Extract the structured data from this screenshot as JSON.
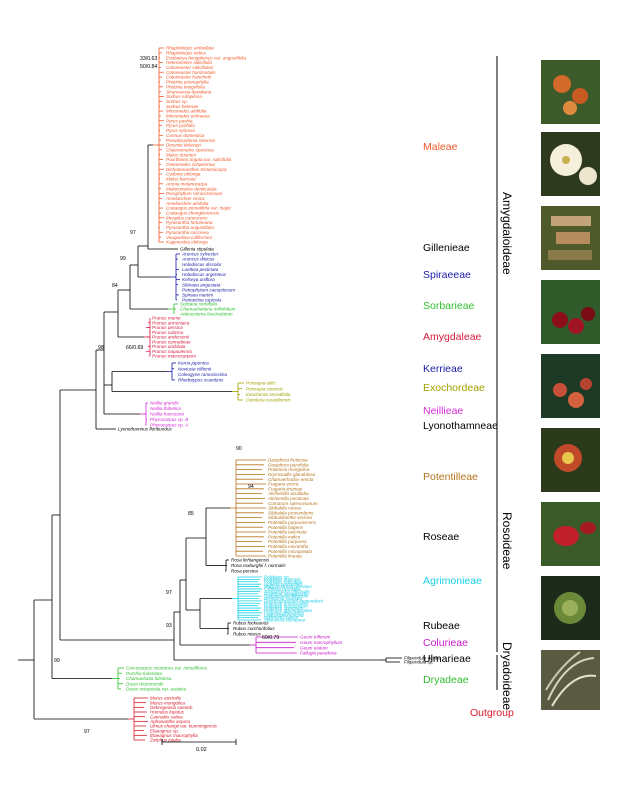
{
  "colors": {
    "maleae": "#f05a28",
    "spiraeeae": "#1a1aa8",
    "sorbarieae": "#2fbf2f",
    "amygdaleae": "#d81b3c",
    "kerrieae": "#1a1aa8",
    "exochordeae": "#a0a000",
    "neillieae": "#d62ad6",
    "black": "#000000",
    "potentilleae": "#b5741c",
    "agrimonieae": "#1ad0e6",
    "colurieae": "#c81ac8",
    "dryadeae": "#2fbf2f",
    "outgroup": "#d81b2a"
  },
  "tribes": [
    {
      "name": "Maleae",
      "colorKey": "maleae"
    },
    {
      "name": "Gillenieae",
      "colorKey": "black"
    },
    {
      "name": "Spiraeeae",
      "colorKey": "spiraeeae"
    },
    {
      "name": "Sorbarieae",
      "colorKey": "sorbarieae"
    },
    {
      "name": "Amygdaleae",
      "colorKey": "amygdaleae"
    },
    {
      "name": "Kerrieae",
      "colorKey": "kerrieae"
    },
    {
      "name": "Exochordeae",
      "colorKey": "exochordeae"
    },
    {
      "name": "Neillieae",
      "colorKey": "neillieae"
    },
    {
      "name": "Lyonothamneae",
      "colorKey": "black"
    },
    {
      "name": "Potentilleae",
      "colorKey": "potentilleae"
    },
    {
      "name": "Roseae",
      "colorKey": "black"
    },
    {
      "name": "Agrimonieae",
      "colorKey": "agrimonieae"
    },
    {
      "name": "Rubeae",
      "colorKey": "black"
    },
    {
      "name": "Colurieae",
      "colorKey": "colurieae"
    },
    {
      "name": "Ulmarieae",
      "colorKey": "black"
    },
    {
      "name": "Dryadeae",
      "colorKey": "dryadeae"
    },
    {
      "name": "Outgroup",
      "colorKey": "outgroup"
    }
  ],
  "subfamilies": [
    "Amygdaloideae",
    "Rosoideae",
    "Dryadoideae"
  ],
  "scale_label": "0.02",
  "support_labels": [
    "33/0.63",
    "50/0.84",
    "97",
    "84",
    "66/0.69",
    "98",
    "90",
    "94",
    "85",
    "97",
    "93",
    "60/0.79",
    "99",
    "97",
    "99"
  ],
  "clades": [
    {
      "colorKey": "maleae",
      "taxa": [
        "Rhaphiolepis umbellata",
        "Rhaphiolepis indica",
        "Eriobotrya bengalensis var. angustifolia",
        "Heteromeles salicifolia",
        "Cotoneaster salicifolius",
        "Cotoneaster horizontalis",
        "Cotoneaster franchetii",
        "Photinia prionophylla",
        "Photinia integrifolia",
        "Stranvaesia davidiana",
        "Sorbus rufopilosa",
        "Sorbus sp.",
        "Sorbus helenae",
        "Micromeles alnifolia",
        "Micromeles ochracea",
        "Pyrus pashia",
        "Pyrus pyrifolia",
        "Pyrus spinosa",
        "Cormus domestica",
        "Pseudocydonia sinensis",
        "Docynia delavayi",
        "Chaenomeles speciosa",
        "Malus doumeri",
        "Pourthiaea arguta var. salicifolia",
        "Osteomeles schwerinae",
        "Dichotomanthes tristaniicarpa",
        "Cydonia oblonga",
        "Malus baccata",
        "Aronia melanocarpa",
        "Malacomeles denticulata",
        "Peraphyllum ramosissimum",
        "Amelanchier sinica",
        "Amelanchier alnifolia",
        "Crataegus pinnatifida var. major",
        "Crataegus chungtienensis",
        "Mespilus canescens",
        "Pyracantha fortuneana",
        "Pyracantha angustifolia",
        "Pyracantha coccinea",
        "Vauquelinia californica",
        "Kageneckia oblonga"
      ]
    },
    {
      "colorKey": "black",
      "taxa": [
        "Gillenia stipulata"
      ]
    },
    {
      "colorKey": "spiraeeae",
      "taxa": [
        "Aruncus sylvester",
        "Aruncus dioicus",
        "Holodiscus discolor",
        "Luetkea pectinata",
        "Holodiscus argenteus",
        "Kelseya uniflora",
        "Sibiraea angustata",
        "Petrophytum caespitosum",
        "Spiraea martini",
        "Pentactina rupicola"
      ]
    },
    {
      "colorKey": "sorbarieae",
      "taxa": [
        "Sorbaria sorbifolia",
        "Chamaebatiaria millefolium",
        "Adenostoma fasciculatum"
      ]
    },
    {
      "colorKey": "amygdaleae",
      "taxa": [
        "Prunus mume",
        "Prunus armeniaca",
        "Prunus persica",
        "Prunus salicina",
        "Prunus andersonii",
        "Prunus conradinae",
        "Prunus undulata",
        "Prunus napaulensis",
        "Prunus macrocarpum"
      ]
    },
    {
      "colorKey": "kerrieae",
      "taxa": [
        "Kerria japonica",
        "Neviusia cliftonii",
        "Coleogyne ramosissima",
        "Rhodotypos scandens"
      ]
    },
    {
      "colorKey": "exochordeae",
      "taxa": [
        "Prinsepia utilis",
        "Prinsepia sinensis",
        "Exochorda serratifolia",
        "Oemleria cerasiformis"
      ]
    },
    {
      "colorKey": "neillieae",
      "taxa": [
        "Neillia grandis",
        "Neillia thibetica",
        "Neillia hanceana",
        "Physocarpus sp. B",
        "Physocarpus sp. A"
      ]
    },
    {
      "colorKey": "black",
      "taxa": [
        "Lyonothamnus floribundus"
      ]
    },
    {
      "colorKey": "potentilleae",
      "taxa": [
        "Dasiphora fruticosa",
        "Dasiphora parvifolia",
        "Potaninia mongolica",
        "Drymocallis glandulosa",
        "Chamaerhodos erecta",
        "Fragaria vesca",
        "Fragaria iinumae",
        "Alchemilla acutiloba",
        "Alchemilla pectinata",
        "Comarum salesovianum",
        "Sibbaldia retusa",
        "Sibbaldia procumbens",
        "Sibbaldianthe sericea",
        "Potentilla purpurascens",
        "Potentilla fulgens",
        "Potentilla lancinata",
        "Potentilla indica",
        "Potentilla purpurea",
        "Potentilla micrantha",
        "Potentilla micropetala",
        "Potentilla lineata"
      ]
    },
    {
      "colorKey": "black",
      "taxa": [
        "Rosa lichiangensis",
        "Rosa roxburghii f. normalis",
        "Rosa persica"
      ]
    },
    {
      "colorKey": "agrimonieae",
      "taxa": [
        "Polylepis sp.",
        "Polylepis australis",
        "Polylepis reticulata",
        "Acaena pinnatifida",
        "Margyricarpus pinnatus",
        "Cliffortia ruscifolia",
        "Sanguisorba officinalis",
        "Poterium sanguisorba",
        "Sanguisorba filiformis",
        "Bencomia caudata",
        "Dendriopoterium menendezii",
        "Poterium ancistroides",
        "Poterium verrucosum",
        "Poterium spinosum",
        "Poterium agrimonioides",
        "Hagenia abyssinica",
        "Leucosidea sericea",
        "Agrimonia pilosa",
        "Spenceria ramalana"
      ]
    },
    {
      "colorKey": "black",
      "taxa": [
        "Rubus fockeanus",
        "Rubus corchorifolius",
        "Rubus niveus"
      ]
    },
    {
      "colorKey": "colurieae",
      "taxa": [
        "Geum triflorum",
        "Geum macrophyllum",
        "Geum elatum",
        "Fallugia paradoxa"
      ]
    },
    {
      "colorKey": "black",
      "taxa": [
        "Filipendula vestita",
        "Filipendula sp."
      ]
    },
    {
      "colorKey": "dryadeae",
      "taxa": [
        "Cercocarpus montanus var. minutiflorus",
        "Purshia tridentata",
        "Chamaebatia foliolosa",
        "Dryas drummondii",
        "Dryas octopetala var. asiatica"
      ]
    },
    {
      "colorKey": "outgroup",
      "taxa": [
        "Morus australis",
        "Morus mongolica",
        "Debregeasia saeneb",
        "Humulus lupulus",
        "Cannabis sativa",
        "Aphananthe aspera",
        "Ulmus changii var. kunmingensis",
        "Elaeagnus sp.",
        "Elaeagnus macrophylla",
        "Ziziphus jujuba"
      ]
    }
  ]
}
